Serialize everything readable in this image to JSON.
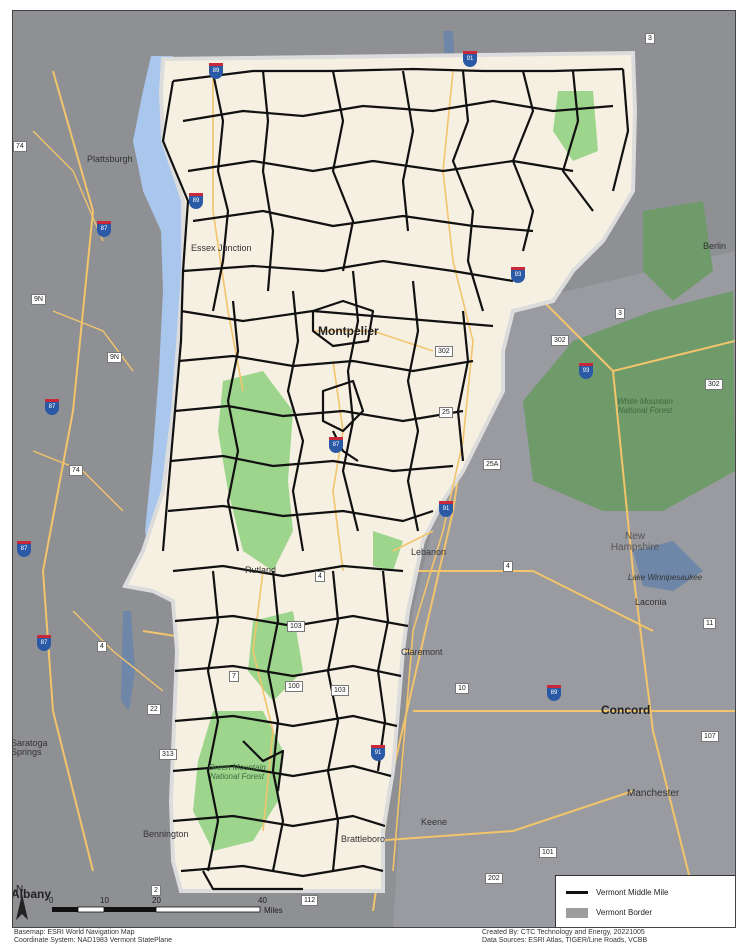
{
  "map": {
    "background_color": "#8f9094",
    "water_color": "#a9c7ec",
    "land_color": "#8f9094",
    "vermont_fill": "#f6f0e3",
    "forest_color": "#9ed58d",
    "road_color": "#f2c46b",
    "middle_mile_color": "#111111"
  },
  "labels": {
    "plattsburgh": "Plattsburgh",
    "essex_junction": "Essex Junction",
    "montpelier": "Montpelier",
    "berlin": "Berlin",
    "white_mountain": "White Mountain National Forest",
    "new_hampshire": "New Hampshire",
    "winnipesaukee": "Lake Winnipesaukee",
    "laconia": "Laconia",
    "concord": "Concord",
    "manchester": "Manchester",
    "lebanon": "Lebanon",
    "claremont": "Claremont",
    "keene": "Keene",
    "brattleboro": "Brattleboro",
    "bennington": "Bennington",
    "rutland": "Rutland",
    "green_mountain": "Green Mountain National Forest",
    "saratoga": "Saratoga Springs",
    "albany": "Albany"
  },
  "shields": {
    "s3a": "3",
    "s3b": "3",
    "s74a": "74",
    "s74b": "74",
    "s9n_a": "9N",
    "s9n_b": "9N",
    "s302a": "302",
    "s302b": "302",
    "s302c": "302",
    "s25": "25",
    "s25a": "25A",
    "s4a": "4",
    "s4b": "4",
    "s4c": "4",
    "s11": "11",
    "s10": "10",
    "s103a": "103",
    "s103b": "103",
    "s100": "100",
    "s7": "7",
    "s22": "22",
    "s313": "313",
    "s101": "101",
    "s107": "107",
    "s202": "202",
    "s2": "2",
    "s112": "112",
    "i89a": "89",
    "i89b": "89",
    "i89c": "89",
    "i91a": "91",
    "i91b": "91",
    "i91c": "91",
    "i93a": "93",
    "i93b": "93",
    "i87a": "87",
    "i87b": "87",
    "i87c": "87",
    "i87d": "87",
    "i87e": "87"
  },
  "legend": {
    "middle_mile_label": "Vermont Middle Mile",
    "border_label": "Vermont Border",
    "border_color": "#9d9d9d"
  },
  "north_arrow": {
    "letter": "N"
  },
  "scale_bar": {
    "ticks": [
      "0",
      "10",
      "20",
      "40"
    ],
    "unit": "Miles"
  },
  "footer": {
    "basemap": "Basemap: ESRI World Navigation Map",
    "coordinate_system": "Coordinate System: NAD1983 Vermont StatePlane",
    "created_by": "Created By: CTC Technology and Energy, 20221005",
    "data_sources": "Data Sources: ESRI Atlas, TIGER/Line Roads, VCBB"
  }
}
